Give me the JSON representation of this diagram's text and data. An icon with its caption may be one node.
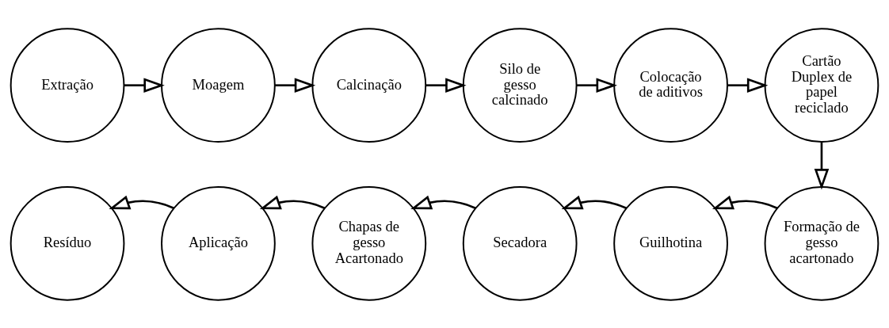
{
  "diagram": {
    "nodes": [
      {
        "text": [
          "Extração"
        ]
      },
      {
        "text": [
          "Moagem"
        ]
      },
      {
        "text": [
          "Calcinação"
        ]
      },
      {
        "text": [
          "Silo de gesso calcinado"
        ]
      },
      {
        "text": [
          "Colocação de aditivos"
        ]
      },
      {
        "text": [
          "Cartão Duplex de papel reciclado"
        ]
      },
      {
        "text": [
          "Formação de gesso acartonado"
        ]
      },
      {
        "text": [
          "Guilhotina"
        ]
      },
      {
        "text": [
          "Secadora"
        ]
      },
      {
        "text": [
          "Chapas de gesso Acartonado"
        ]
      },
      {
        "text": [
          "Aplicação"
        ]
      },
      {
        "text": [
          "Resíduo"
        ]
      }
    ],
    "edges": [
      {
        "from": 0,
        "to": 1,
        "arrow": "to"
      },
      {
        "from": 1,
        "to": 2,
        "arrow": "to"
      },
      {
        "from": 2,
        "to": 3,
        "arrow": "to"
      },
      {
        "from": 3,
        "to": 4,
        "arrow": "to"
      },
      {
        "from": 4,
        "to": 5,
        "arrow": "to"
      },
      {
        "from": 5,
        "to": 6,
        "arrow": "to"
      },
      {
        "from": 6,
        "to": 7,
        "arrow": "to"
      },
      {
        "from": 7,
        "to": 8,
        "arrow": "to"
      },
      {
        "from": 8,
        "to": 9,
        "arrow": "to"
      },
      {
        "from": 9,
        "to": 10,
        "arrow": "to"
      },
      {
        "from": 10,
        "to": 11,
        "arrow": "to"
      }
    ]
  }
}
